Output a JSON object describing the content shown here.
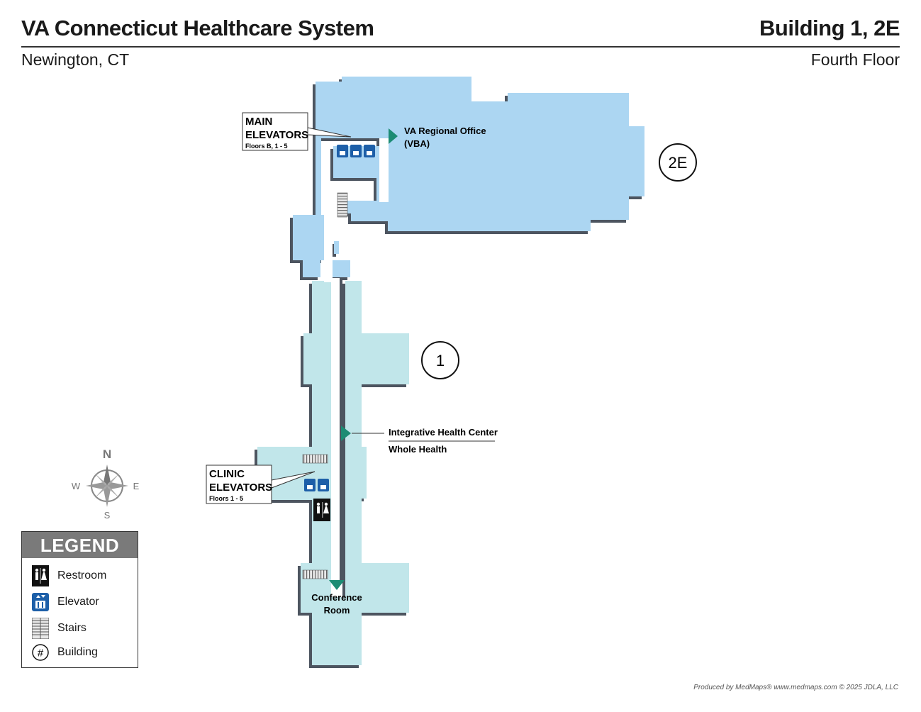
{
  "header": {
    "title": "VA Connecticut Healthcare System",
    "building": "Building 1, 2E",
    "location": "Newington, CT",
    "floor": "Fourth Floor"
  },
  "buildings": [
    {
      "label": "2E"
    },
    {
      "label": "1"
    }
  ],
  "destinations": {
    "va_regional_office": {
      "line1": "VA Regional Office",
      "line2": "(VBA)"
    },
    "integrative_health": {
      "line1": "Integrative Health Center",
      "line2": "Whole Health"
    },
    "conference_room": {
      "line1": "Conference",
      "line2": "Room"
    }
  },
  "elevator_callouts": {
    "main": {
      "line1": "MAIN",
      "line2": "ELEVATORS",
      "floors": "Floors B, 1 - 5"
    },
    "clinic": {
      "line1": "CLINIC",
      "line2": "ELEVATORS",
      "floors": "Floors 1 - 5"
    }
  },
  "compass": {
    "n": "N",
    "s": "S",
    "e": "E",
    "w": "W"
  },
  "legend": {
    "title": "LEGEND",
    "items": [
      {
        "label": "Restroom",
        "icon": "restroom-icon"
      },
      {
        "label": "Elevator",
        "icon": "elevator-icon"
      },
      {
        "label": "Stairs",
        "icon": "stairs-icon"
      },
      {
        "label": "Building",
        "icon": "building-number-icon",
        "symbol": "#"
      }
    ]
  },
  "credit": "Produced by MedMaps® www.medmaps.com  © 2025 JDLA, LLC",
  "colors": {
    "building_2e": "#acd6f2",
    "building_1": "#c1e6ea",
    "wall_shadow": "#4d5560",
    "corridor_arrow": "#1c8c74",
    "elevator_blue": "#1d5fa8",
    "legend_header": "#7a7a7a"
  }
}
